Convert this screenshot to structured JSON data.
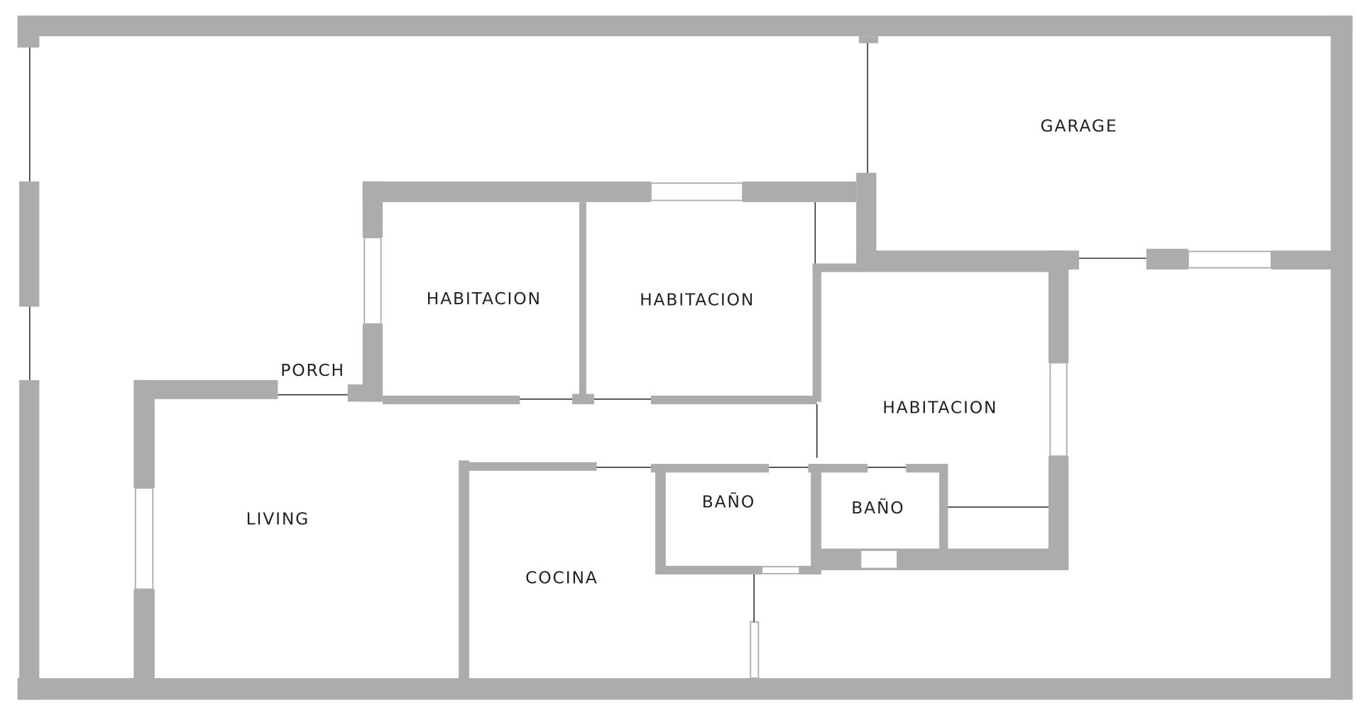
{
  "colors": {
    "wall": "#acacac",
    "line": "#222222",
    "background": "#ffffff"
  },
  "rooms": {
    "garage": "GARAGE",
    "habitacion_1": "HABITACION",
    "habitacion_2": "HABITACION",
    "habitacion_3": "HABITACION",
    "porch": "PORCH",
    "living": "LIVING",
    "cocina": "COCINA",
    "bano_1": "BAÑO",
    "bano_2": "BAÑO"
  }
}
